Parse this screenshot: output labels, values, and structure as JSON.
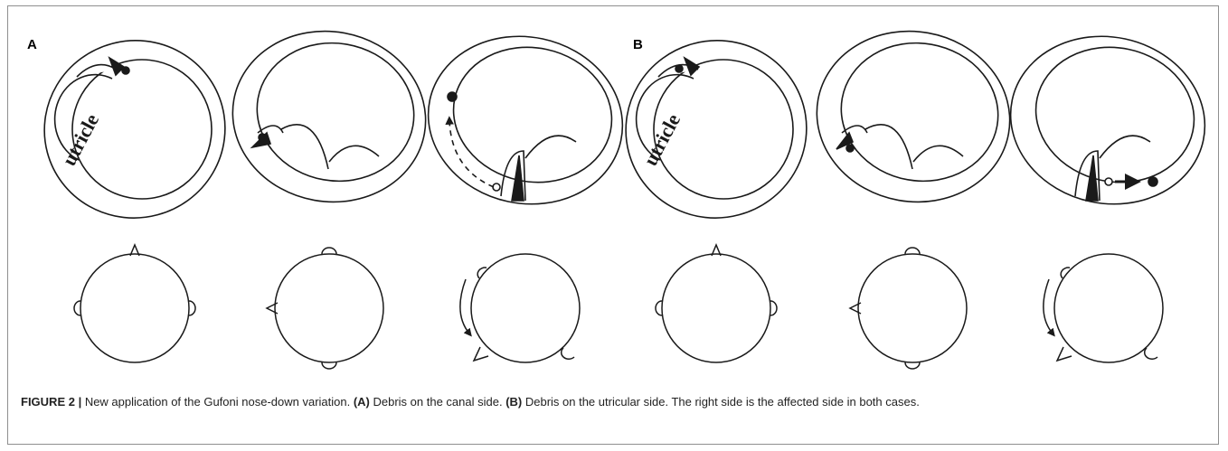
{
  "figure": {
    "panel_a_label": "A",
    "panel_b_label": "B",
    "utricle_label": "utricle"
  },
  "caption": {
    "figure_id": "FIGURE 2 |",
    "intro": " New application of the Gufoni nose-down variation. ",
    "a_ref": "(A)",
    "a_text": " Debris on the canal side. ",
    "b_ref": "(B)",
    "b_text": " Debris on the utricular side. The right side is the affected side in both cases."
  },
  "colors": {
    "line": "#1a1a1a",
    "frame": "#8f8f8f",
    "text": "#222222"
  }
}
